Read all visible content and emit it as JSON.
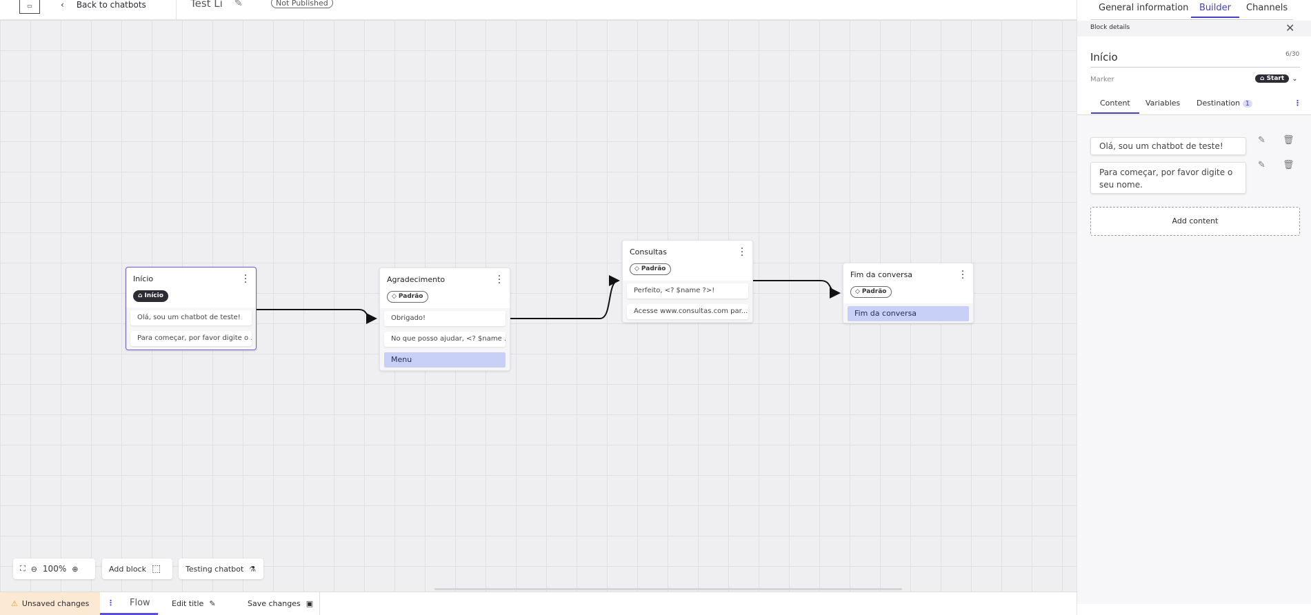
{
  "header": {
    "back_label": "Back to chatbots",
    "title": "Test Li",
    "status": "Not Published"
  },
  "top_tabs": [
    {
      "label": "General information"
    },
    {
      "label": "Builder",
      "active": true
    },
    {
      "label": "Channels"
    }
  ],
  "nodes": [
    {
      "title": "Início",
      "tag": "Início",
      "tag_icon": "home-icon",
      "messages": [
        "Olá, sou um chatbot de teste!",
        "Para começar, por favor digite o ..."
      ]
    },
    {
      "title": "Agradecimento",
      "tag": "Padrão",
      "tag_icon": "tag-icon",
      "messages": [
        "Obrigado!",
        "No que posso ajudar, <? $name ..."
      ],
      "action": "Menu"
    },
    {
      "title": "Consultas",
      "tag": "Padrão",
      "tag_icon": "tag-icon",
      "messages": [
        "Perfeito, <? $name ?>!",
        "Acesse www.consultas.com par..."
      ]
    },
    {
      "title": "Fim da conversa",
      "tag": "Padrão",
      "tag_icon": "tag-icon",
      "messages": [],
      "action": "Fim da conversa"
    }
  ],
  "toolbar": {
    "zoom": "100%",
    "add_block": "Add block",
    "testing": "Testing chatbot"
  },
  "bottom": {
    "unsaved": "Unsaved changes",
    "flow": "Flow",
    "edit_title": "Edit title",
    "save": "Save changes"
  },
  "panel": {
    "header": "Block details",
    "name": "Início",
    "counter": "6/30",
    "marker_label": "Marker",
    "marker_value": "Start",
    "tabs": [
      {
        "label": "Content"
      },
      {
        "label": "Variables"
      },
      {
        "label": "Destination",
        "badge": "1"
      }
    ],
    "contents": [
      "Olá, sou um chatbot de teste!",
      "Para começar, por favor digite o seu nome."
    ],
    "add_content": "Add content"
  },
  "colors": {
    "accent": "#3f3fc0",
    "selected_border": "#6b5be0",
    "menu_fill": "#c8d0f8",
    "unsaved_bg": "#fbe9d4"
  }
}
